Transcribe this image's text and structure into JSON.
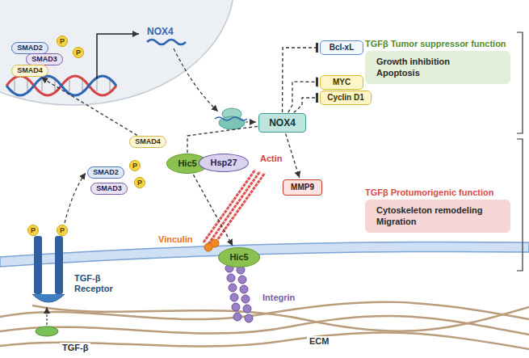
{
  "diagram": {
    "nodes": [
      {
        "text": [
          "SMAD2"
        ]
      },
      {
        "text": [
          "P"
        ]
      },
      {
        "text": [
          "SMAD3"
        ]
      },
      {
        "text": [
          "P"
        ]
      },
      {
        "text": [
          "SMAD4"
        ]
      },
      {
        "text": [
          "NOX4"
        ]
      },
      {
        "text": [
          "Bcl-xL"
        ]
      },
      {
        "text": [
          "MYC"
        ]
      },
      {
        "text": [
          "Cyclin D1"
        ]
      },
      {
        "text": [
          "TGFβ Tumor suppressor function",
          "Growth inhibition",
          "Apoptosis"
        ]
      },
      {
        "text": [
          "SMAD4"
        ]
      },
      {
        "text": [
          "Hic5"
        ]
      },
      {
        "text": [
          "Hsp27"
        ]
      },
      {
        "text": [
          "MMP9"
        ]
      },
      {
        "text": [
          "TGFβ Protumorigenic function",
          "Cytoskeleton remodeling",
          "Migration"
        ]
      },
      {
        "text": [
          "SMAD2"
        ]
      },
      {
        "text": [
          "P"
        ]
      },
      {
        "text": [
          "SMAD3"
        ]
      },
      {
        "text": [
          "P"
        ]
      },
      {
        "text": [
          "Hic5"
        ]
      },
      {
        "text": [
          "P"
        ]
      },
      {
        "text": [
          "P"
        ]
      }
    ],
    "edges": [
      {
        "from": 10,
        "to": 4,
        "arrow": "to"
      },
      {
        "from": 5,
        "to": 6,
        "arrow": "to"
      },
      {
        "from": 5,
        "to": 7,
        "arrow": "to"
      },
      {
        "from": 5,
        "to": 8,
        "arrow": "to"
      },
      {
        "from": 5,
        "to": 13,
        "arrow": "to"
      },
      {
        "from": 5,
        "to": 11,
        "arrow": "none"
      },
      {
        "from": 11,
        "to": 19,
        "arrow": "to"
      }
    ],
    "labels": [
      "NOX4",
      "Actin",
      "Vinculin",
      "Integrin",
      "ECM",
      "TGF-β Receptor",
      "TGF-β"
    ]
  }
}
